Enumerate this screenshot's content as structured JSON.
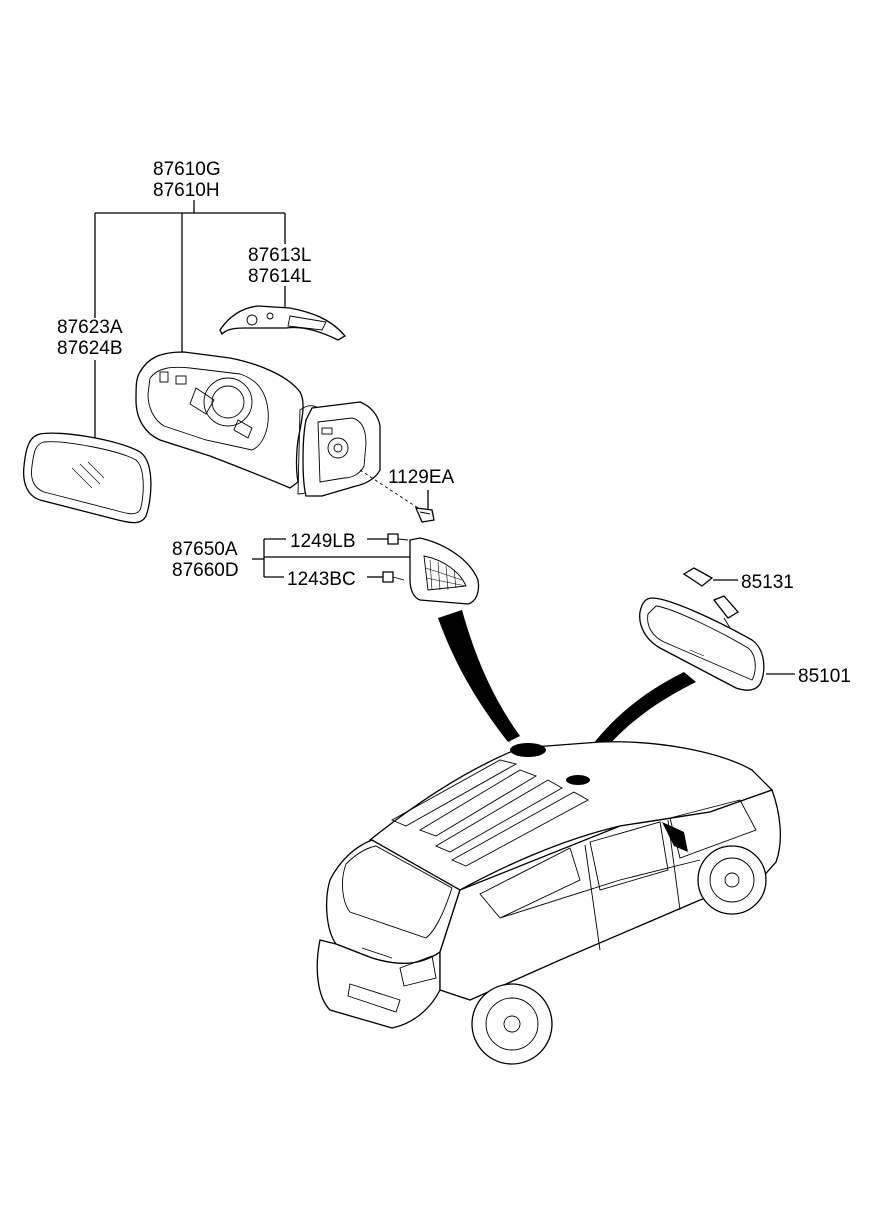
{
  "parts": {
    "mirror_assy": [
      "87610G",
      "87610H"
    ],
    "scalp_cover": [
      "87613L",
      "87614L"
    ],
    "mirror_glass": [
      "87623A",
      "87624B"
    ],
    "mount_bolt": "1129EA",
    "garnish": [
      "87650A",
      "87660D"
    ],
    "screw_upper": "1249LB",
    "screw_lower": "1243BC",
    "rain_sensor_cover": "85131",
    "inside_mirror": "85101"
  }
}
